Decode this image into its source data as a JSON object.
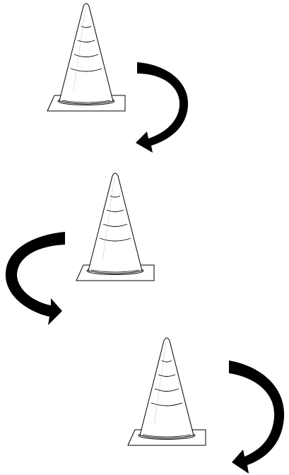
{
  "figure": {
    "background": "#ffffff",
    "stroke_color": "#000000",
    "arrow_color": "#000000",
    "fill_color": "#ffffff"
  },
  "groups": [
    {
      "cone_icon": "traffic-cone-icon",
      "arrow_icon": "curved-arrow-icon",
      "arrow_direction": "clockwise-down-left"
    },
    {
      "cone_icon": "traffic-cone-icon",
      "arrow_icon": "curved-arrow-icon",
      "arrow_direction": "counterclockwise-down-right"
    },
    {
      "cone_icon": "traffic-cone-icon",
      "arrow_icon": "curved-arrow-icon",
      "arrow_direction": "clockwise-down-left"
    }
  ]
}
